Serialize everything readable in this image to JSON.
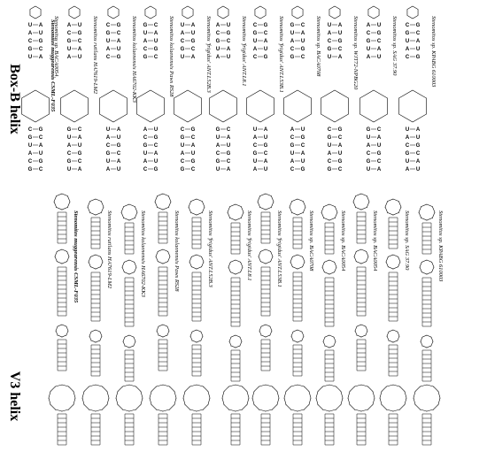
{
  "panels": {
    "box_b": {
      "title": "Box-B helix",
      "labels": [
        "Stenomitos sp. BACA0054",
        "Stenomitos rutilans HA7619-LM2",
        "Stenomitos kolaenensis HA6702-KK3",
        "Stenomitos kolaenensis Paws RS28",
        "Stenomitos 'frigidus' ANT.L52B.3",
        "Stenomitos 'frigidus' ANT.L8.1",
        "Stenomitos 'frigidus' ANT.L53B.1",
        "Stenomitos sp. BACA0708",
        "Stenomitos sp. WJT72-NPBG20",
        "Stenomitos sp. SAG 37.90",
        "Stenomitos sp. KPABG 610003"
      ],
      "bold_label": "Stenomitos muggearensis CSMI.-F035"
    },
    "v3": {
      "title": "V3 helix",
      "labels": [
        "Stenomitos muggearensis CSMI.-F035",
        "Stenomitos rutilans HA7619-LM2",
        "Stenomitos kolaenensis HA6702-KK3",
        "Stenomitos kolaenensis Paws RS28",
        "Stenomitos 'frigidus' ANT.L52B.3",
        "Stenomitos 'frigidus' ANT.L8.1",
        "Stenomitos 'frigidus' ANT.L53B.1",
        "Stenomitos sp. BACA0708",
        "Stenomitos sp. BACA0054",
        "Stenomitos sp. BACA0054",
        "Stenomitos sp. SAG 37.90",
        "Stenomitos sp. KPABG 610003"
      ]
    }
  }
}
